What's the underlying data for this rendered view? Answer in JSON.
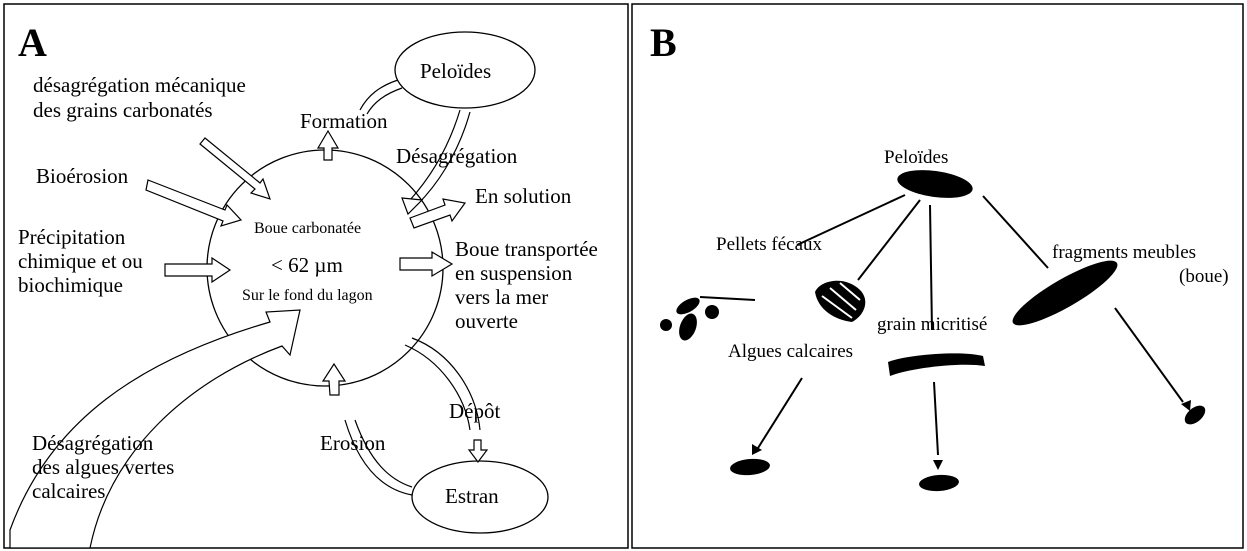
{
  "panel_a": {
    "letter": "A",
    "center": {
      "line1": "Boue carbonatée",
      "line2": "< 62 µm",
      "line3": "Sur le fond du lagon"
    },
    "peloides_node": "Peloïdes",
    "estran_node": "Estran",
    "inputs": {
      "desagregation_mecanique": [
        "désagrégation mécanique",
        "des grains carbonatés"
      ],
      "bioerosion": "Bioérosion",
      "precipitation": [
        "Précipitation",
        "chimique et ou",
        "biochimique"
      ],
      "algues": [
        "Désagrégation",
        "des algues vertes",
        "calcaires"
      ],
      "erosion": "Erosion",
      "desagregation": "Désagrégation"
    },
    "outputs": {
      "formation": "Formation",
      "en_solution": "En solution",
      "boue_transportee": [
        "Boue transportée",
        "en suspension",
        "vers la mer",
        "ouverte"
      ],
      "depot": "Dépôt"
    }
  },
  "panel_b": {
    "letter": "B",
    "root": "Peloïdes",
    "pellets": "Pellets fécaux",
    "fragments": [
      "fragments meubles",
      "(boue)"
    ],
    "grain": "grain micritisé",
    "algues": "Algues calcaires"
  }
}
